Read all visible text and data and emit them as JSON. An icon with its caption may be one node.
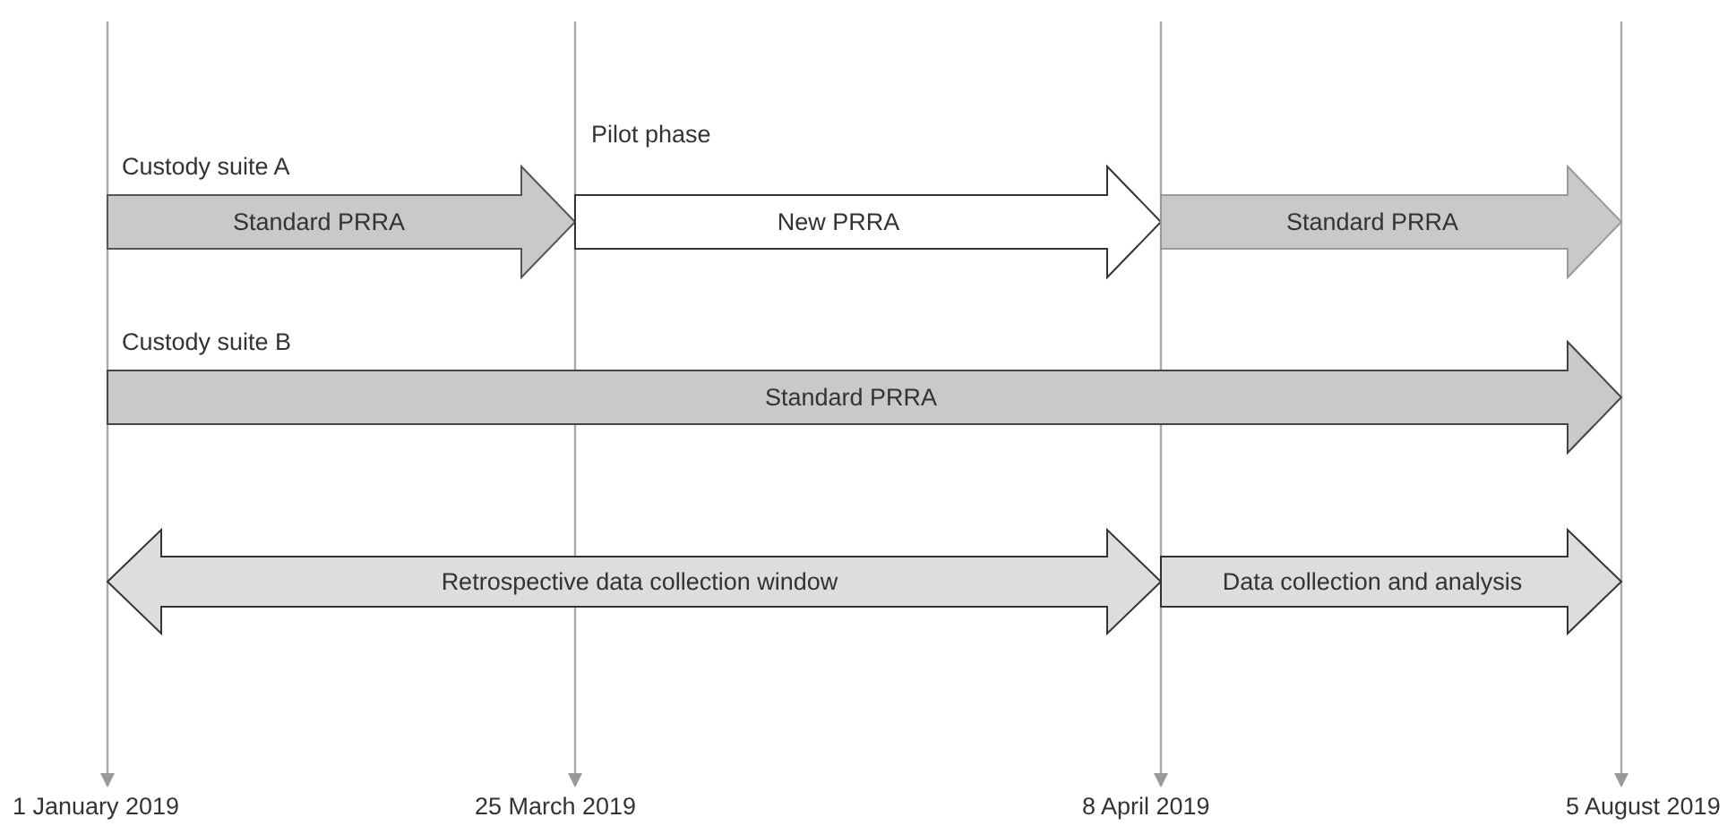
{
  "diagram": {
    "nodes": [
      {
        "text": [
          "Standard PRRA"
        ]
      },
      {
        "text": [
          "New PRRA"
        ]
      },
      {
        "text": [
          "Standard PRRA"
        ]
      },
      {
        "text": [
          "Standard PRRA"
        ]
      },
      {
        "text": [
          "Retrospective data collection window"
        ]
      },
      {
        "text": [
          "Data collection and analysis"
        ]
      },
      {
        "text": [
          "1 January 2019"
        ]
      },
      {
        "text": [
          "25 March 2019"
        ]
      },
      {
        "text": [
          "8 April 2019"
        ]
      },
      {
        "text": [
          "5 August 2019"
        ]
      }
    ],
    "edges": [
      {
        "from": null,
        "to": 6,
        "arrow": "to"
      },
      {
        "from": null,
        "to": 7,
        "arrow": "to"
      },
      {
        "from": null,
        "to": 8,
        "arrow": "to"
      },
      {
        "from": null,
        "to": 9,
        "arrow": "to"
      }
    ],
    "labels": [
      "Pilot phase",
      "Custody suite A",
      "Custody suite B"
    ]
  }
}
